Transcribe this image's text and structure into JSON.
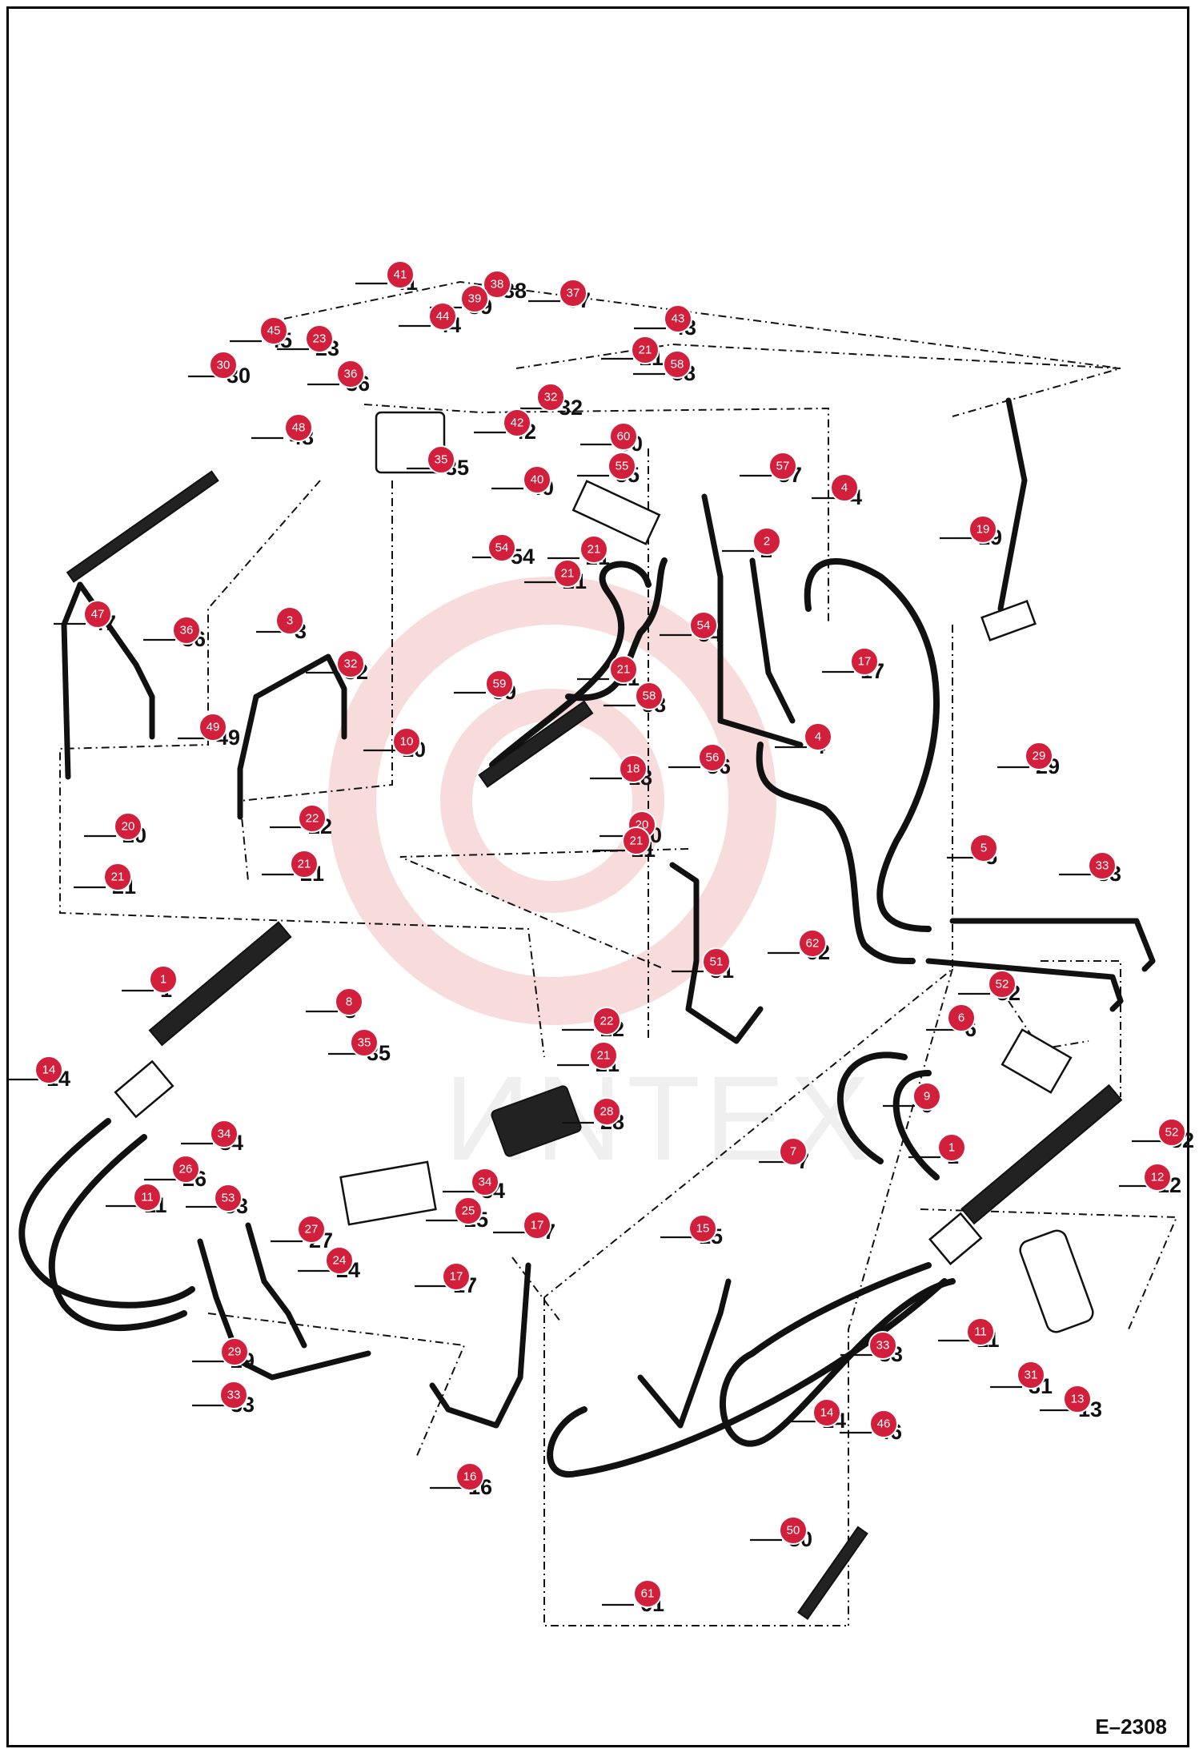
{
  "drawing_number": "E–2308",
  "watermark_text": "ИNTEX",
  "colors": {
    "callout_fill": "#d21f3c",
    "callout_text": "#ffffff",
    "line": "#111111",
    "watermark": "#e8b4b4"
  },
  "callouts": [
    "41",
    "38",
    "39",
    "37",
    "44",
    "43",
    "45",
    "23",
    "30",
    "36",
    "21",
    "58",
    "32",
    "42",
    "48",
    "60",
    "35",
    "55",
    "40",
    "57",
    "4",
    "2",
    "54",
    "21",
    "21",
    "19",
    "47",
    "36",
    "3",
    "32",
    "54",
    "17",
    "59",
    "21",
    "58",
    "49",
    "10",
    "4",
    "56",
    "18",
    "29",
    "20",
    "5",
    "33",
    "22",
    "21",
    "20",
    "21",
    "21",
    "62",
    "51",
    "1",
    "8",
    "52",
    "6",
    "35",
    "22",
    "14",
    "21",
    "9",
    "28",
    "34",
    "52",
    "1",
    "7",
    "12",
    "34",
    "26",
    "11",
    "53",
    "25",
    "17",
    "27",
    "15",
    "24",
    "17",
    "11",
    "29",
    "33",
    "31",
    "33",
    "13",
    "14",
    "46",
    "16",
    "50",
    "61"
  ],
  "part_labels": [
    "41",
    "38",
    "39",
    "37",
    "44",
    "43",
    "45",
    "23",
    "30",
    "36",
    "21",
    "58",
    "32",
    "42",
    "48",
    "60",
    "35",
    "55",
    "40",
    "57",
    "4",
    "2",
    "54",
    "21",
    "21",
    "19",
    "47",
    "36",
    "3",
    "32",
    "54",
    "17",
    "59",
    "21",
    "58",
    "49",
    "10",
    "4",
    "56",
    "18",
    "29",
    "20",
    "5",
    "33",
    "22",
    "21",
    "20",
    "21",
    "21",
    "62",
    "51",
    "1",
    "8",
    "52",
    "6",
    "35",
    "22",
    "14",
    "21",
    "9",
    "28",
    "34",
    "52",
    "1",
    "7",
    "12",
    "34",
    "26",
    "11",
    "53",
    "25",
    "17",
    "27",
    "15",
    "24",
    "17",
    "11",
    "29",
    "33",
    "31",
    "33",
    "13",
    "14",
    "46",
    "16",
    "50",
    "61"
  ]
}
